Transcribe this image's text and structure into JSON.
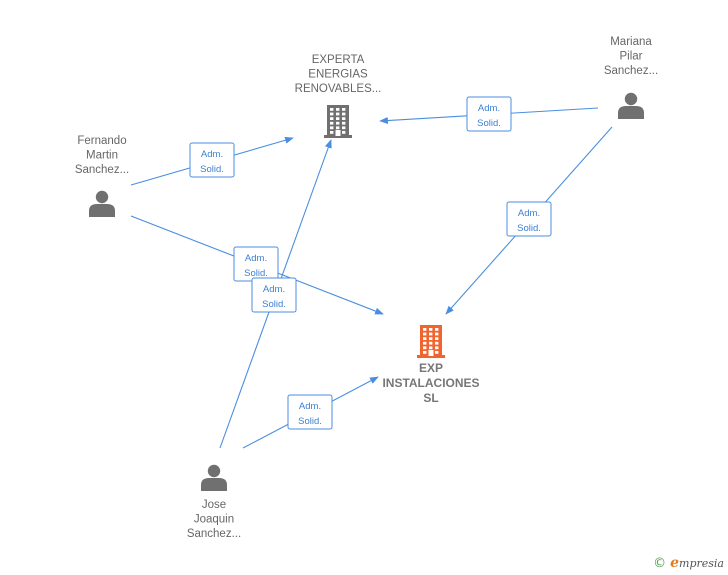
{
  "nodes": {
    "experta": {
      "lines": [
        "EXPERTA",
        "ENERGIAS",
        "RENOVABLES..."
      ],
      "type": "company",
      "color": "#707070"
    },
    "exp": {
      "lines": [
        "EXP",
        "INSTALACIONES",
        "SL"
      ],
      "type": "company",
      "color": "#f06430"
    },
    "fernando": {
      "lines": [
        "Fernando",
        "Martin",
        "Sanchez..."
      ],
      "type": "person",
      "color": "#707070"
    },
    "mariana": {
      "lines": [
        "Mariana",
        "Pilar",
        "Sanchez..."
      ],
      "type": "person",
      "color": "#707070"
    },
    "jose": {
      "lines": [
        "Jose",
        "Joaquin",
        "Sanchez..."
      ],
      "type": "person",
      "color": "#707070"
    }
  },
  "edges": [
    {
      "from": "fernando",
      "to": "experta",
      "label": [
        "Adm.",
        "Solid."
      ]
    },
    {
      "from": "mariana",
      "to": "experta",
      "label": [
        "Adm.",
        "Solid."
      ]
    },
    {
      "from": "fernando",
      "to": "exp",
      "label": [
        "Adm.",
        "Solid."
      ]
    },
    {
      "from": "jose",
      "to": "experta",
      "label": [
        "Adm.",
        "Solid."
      ]
    },
    {
      "from": "mariana",
      "to": "exp",
      "label": [
        "Adm.",
        "Solid."
      ]
    },
    {
      "from": "jose",
      "to": "exp",
      "label": [
        "Adm.",
        "Solid."
      ]
    }
  ],
  "colors": {
    "edge": "#4a8ee0",
    "badge_text": "#3a7fd4",
    "label": "#666666"
  },
  "footer": {
    "copyright_symbol": "©",
    "brand_first": "e",
    "brand_rest": "mpresia"
  }
}
